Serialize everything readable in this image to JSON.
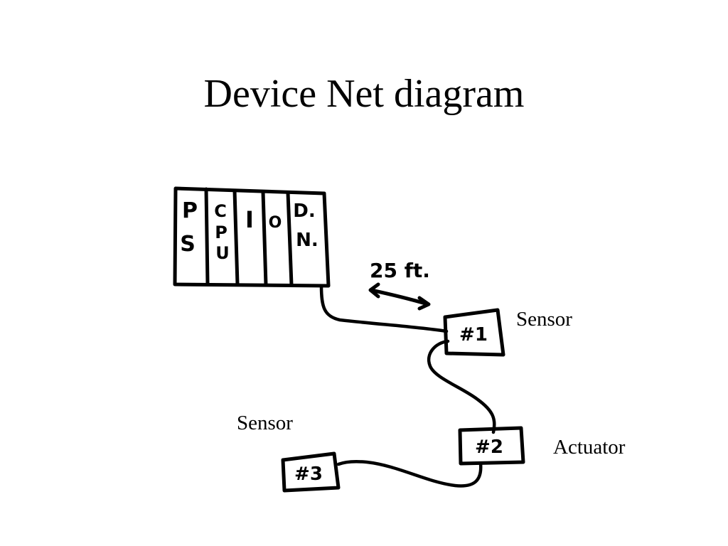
{
  "title": "Device Net diagram",
  "rack": {
    "slots": [
      {
        "lines": [
          "P",
          "S"
        ]
      },
      {
        "lines": [
          "C",
          "P",
          "U"
        ]
      },
      {
        "lines": [
          "I"
        ]
      },
      {
        "lines": [
          "O"
        ]
      },
      {
        "lines": [
          "D.",
          "N."
        ]
      }
    ]
  },
  "distance": {
    "text": "25 ft."
  },
  "devices": [
    {
      "tag": "#1",
      "label": "Sensor"
    },
    {
      "tag": "#2",
      "label": "Actuator"
    },
    {
      "tag": "#3",
      "label": "Sensor"
    }
  ]
}
